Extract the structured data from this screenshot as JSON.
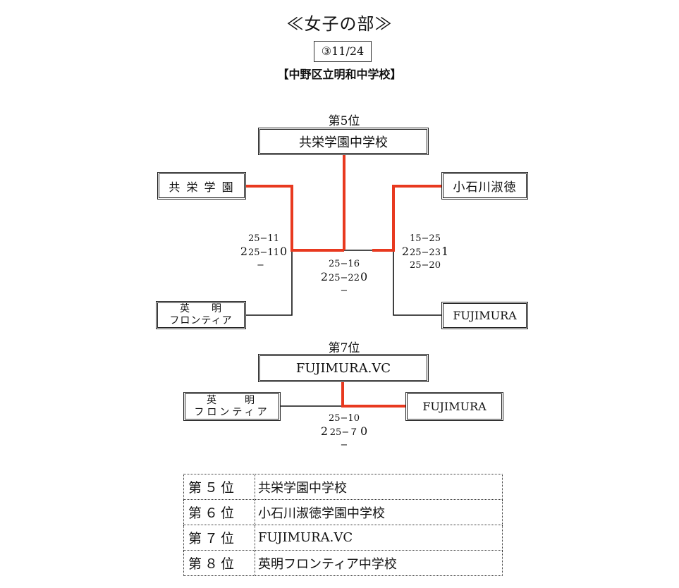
{
  "header": {
    "title": "≪女子の部≫",
    "date": "③11/24",
    "venue": "【中野区立明和中学校】"
  },
  "bracket_5th": {
    "label": "第5位",
    "winner": "共栄学園中学校",
    "team_top_left": "共 栄 学 園",
    "team_bottom_left_line1": "英　　明",
    "team_bottom_left_line2": "フロンティア",
    "team_top_right": "小石川淑徳",
    "team_bottom_right": "FUJIMURA",
    "left_match": {
      "set1": "25−11",
      "set2": "25−11",
      "set3": "−",
      "winner_sets": "2",
      "loser_sets": "0"
    },
    "right_match": {
      "set1": "15−25",
      "set2": "25−23",
      "set3": "25−20",
      "winner_sets": "2",
      "loser_sets": "1"
    },
    "final_match": {
      "set1": "25−16",
      "set2": "25−22",
      "set3": "−",
      "winner_sets": "2",
      "loser_sets": "0"
    }
  },
  "bracket_7th": {
    "label": "第7位",
    "winner": "FUJIMURA.VC",
    "team_left_line1": "英　　明",
    "team_left_line2": "フロンティア",
    "team_right": "FUJIMURA",
    "match": {
      "set1": "25−10",
      "set2": "25−７",
      "set3": "−",
      "winner_sets": "2",
      "loser_sets": "0"
    }
  },
  "results": [
    {
      "rank": "第５位",
      "team": "共栄学園中学校"
    },
    {
      "rank": "第６位",
      "team": "小石川淑徳学園中学校"
    },
    {
      "rank": "第７位",
      "team": "FUJIMURA.VC"
    },
    {
      "rank": "第８位",
      "team": "英明フロンティア中学校"
    }
  ],
  "colors": {
    "winner_line": "#e8391f",
    "line": "#111111"
  }
}
